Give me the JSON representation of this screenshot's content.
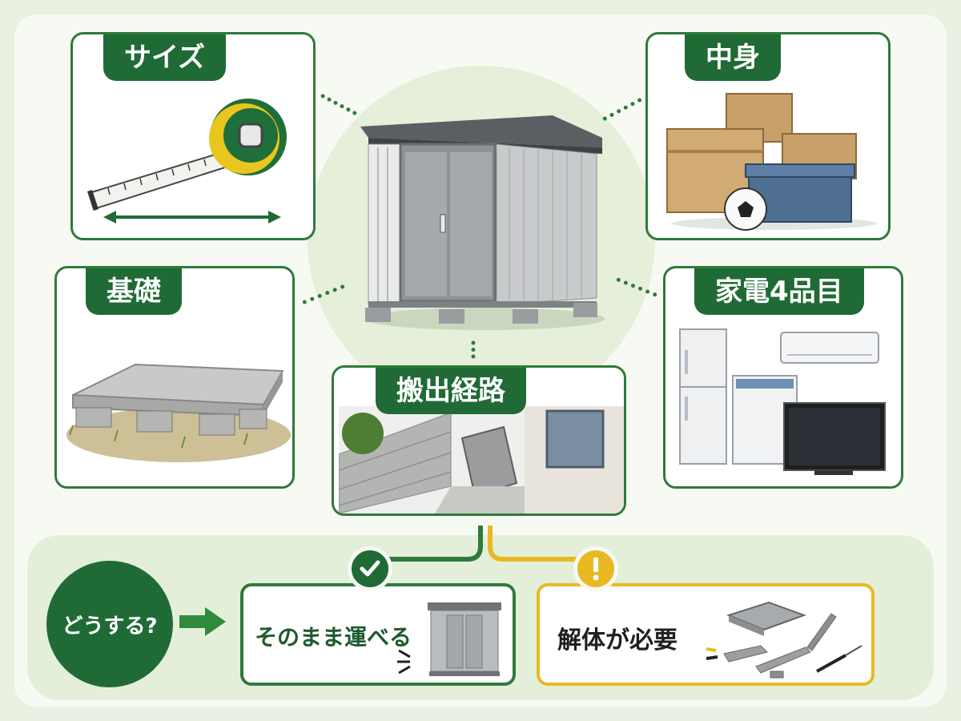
{
  "cards": {
    "size": {
      "label": "サイズ"
    },
    "contents": {
      "label": "中身"
    },
    "foundation": {
      "label": "基礎"
    },
    "appliances": {
      "label": "家電4品目"
    },
    "route": {
      "label": "搬出経路"
    }
  },
  "decision": {
    "question": "どうする?",
    "ok": {
      "text": "そのまま運べる",
      "icon": "check-icon"
    },
    "warn": {
      "text": "解体が必要",
      "icon": "exclamation-icon"
    }
  },
  "colors": {
    "primary_green": "#206b35",
    "border_green": "#2f7a3b",
    "warning_yellow": "#e8b922",
    "background": "#e9f1e2"
  }
}
